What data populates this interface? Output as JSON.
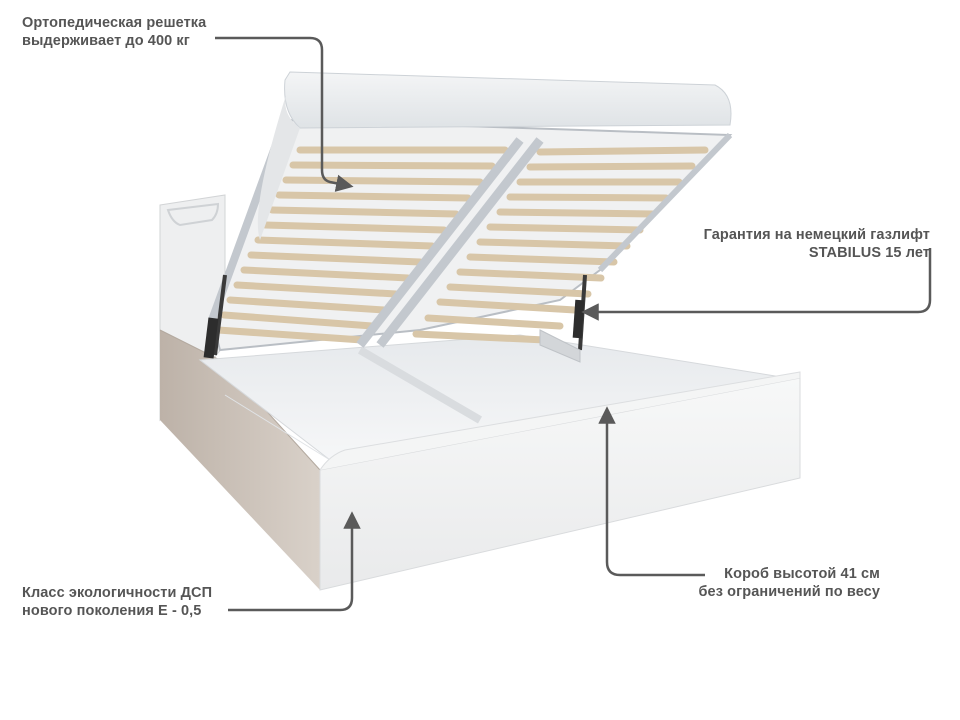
{
  "callouts": {
    "grid": {
      "line1": "Ортопедическая решетка",
      "line2": "выдерживает до 400 кг"
    },
    "gaslift": {
      "line1": "Гарантия на немецкий газлифт",
      "line2": "STABILUS 15 лет"
    },
    "box": {
      "line1": "Короб высотой 41 см",
      "line2": "без ограничений по весу"
    },
    "eco": {
      "line1": "Класс экологичности ДСП",
      "line2": "нового поколения Е - 0,5"
    }
  },
  "colors": {
    "text": "#555555",
    "arrow": "#5a5a5a",
    "bed_white": "#f2f3f3",
    "bed_side_dark": "#c9bfb6",
    "slats": "#e8dcc8",
    "frame_metal": "#c8ccd2",
    "mattress": "#e9ecef"
  }
}
